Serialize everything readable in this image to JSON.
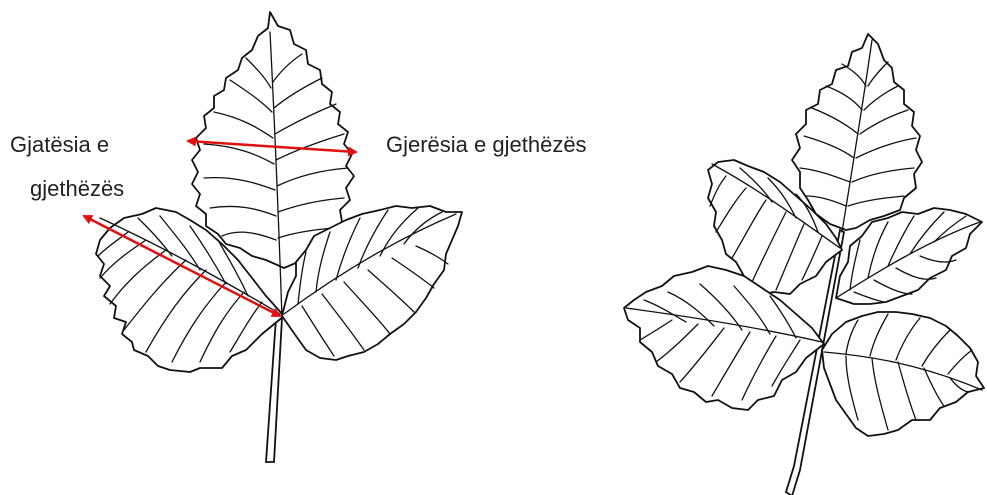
{
  "annotations": {
    "leaf_length_line1": "Gjatësia e",
    "leaf_length_line2": "gjethëzës",
    "leaf_width": "Gjerësia e gjethëzës"
  },
  "colors": {
    "arrow": "#e01010",
    "outline": "#111111",
    "background": "#ffffff"
  }
}
